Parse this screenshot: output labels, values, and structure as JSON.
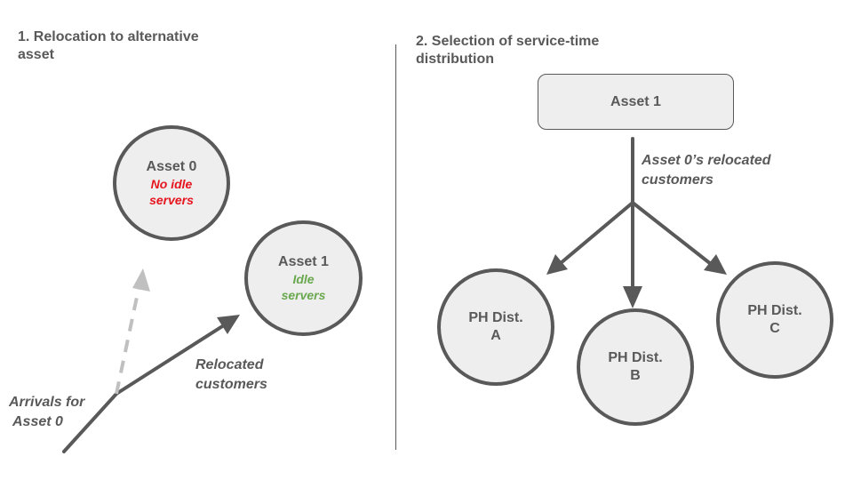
{
  "panel1": {
    "title_line1": "1. Relocation to alternative",
    "title_line2": "asset",
    "asset0": {
      "label": "Asset 0",
      "status_line1": "No idle",
      "status_line2": "servers"
    },
    "asset1": {
      "label": "Asset 1",
      "status_line1": "Idle",
      "status_line2": "servers"
    },
    "relocated_line1": "Relocated",
    "relocated_line2": "customers",
    "arrivals_line1": "Arrivals for",
    "arrivals_line2": "Asset 0"
  },
  "panel2": {
    "title_line1": "2. Selection of service-time",
    "title_line2": "distribution",
    "asset_box": "Asset 1",
    "branch_line1": "Asset 0’s relocated",
    "branch_line2": "customers",
    "dist_a": {
      "line1": "PH Dist.",
      "line2": "A"
    },
    "dist_b": {
      "line1": "PH Dist.",
      "line2": "B"
    },
    "dist_c": {
      "line1": "PH Dist.",
      "line2": "C"
    }
  },
  "colors": {
    "stroke": "#595959",
    "fill": "#eeeeee",
    "no_idle": "#e6141e",
    "idle": "#6aa84f",
    "dashed_arrow": "#c0c0c0"
  }
}
